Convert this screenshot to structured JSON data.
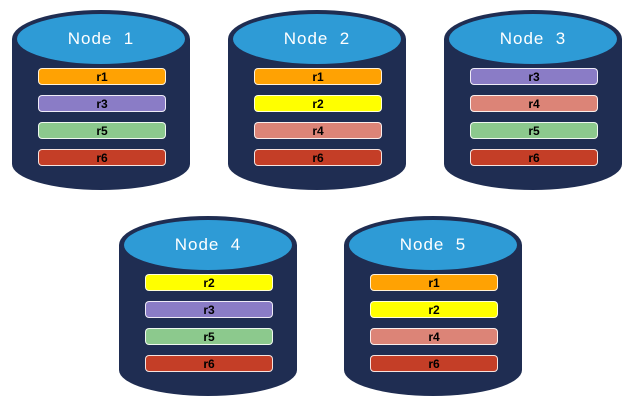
{
  "diagram": {
    "description": "Five database node cylinders showing replica placement",
    "colors": {
      "cylinder_body": "#1F2D52",
      "cylinder_lid": "#2E9BD6",
      "lid_text": "#FFFFFF",
      "bar_text": "#000000",
      "bar_border": "#FFFFFF",
      "background": "#FFFFFF"
    },
    "replica_colors": {
      "r1": "#FFA203",
      "r2": "#FFFF00",
      "r3": "#8A7CC6",
      "r4": "#DC8477",
      "r5": "#8CC98D",
      "r6": "#C43E27"
    }
  },
  "nodes": [
    {
      "label": "Node  1",
      "replicas": [
        {
          "id": "r1",
          "color": "#FFA203"
        },
        {
          "id": "r3",
          "color": "#8A7CC6"
        },
        {
          "id": "r5",
          "color": "#8CC98D"
        },
        {
          "id": "r6",
          "color": "#C43E27"
        }
      ]
    },
    {
      "label": "Node  2",
      "replicas": [
        {
          "id": "r1",
          "color": "#FFA203"
        },
        {
          "id": "r2",
          "color": "#FFFF00"
        },
        {
          "id": "r4",
          "color": "#DC8477"
        },
        {
          "id": "r6",
          "color": "#C43E27"
        }
      ]
    },
    {
      "label": "Node  3",
      "replicas": [
        {
          "id": "r3",
          "color": "#8A7CC6"
        },
        {
          "id": "r4",
          "color": "#DC8477"
        },
        {
          "id": "r5",
          "color": "#8CC98D"
        },
        {
          "id": "r6",
          "color": "#C43E27"
        }
      ]
    },
    {
      "label": "Node  4",
      "replicas": [
        {
          "id": "r2",
          "color": "#FFFF00"
        },
        {
          "id": "r3",
          "color": "#8A7CC6"
        },
        {
          "id": "r5",
          "color": "#8CC98D"
        },
        {
          "id": "r6",
          "color": "#C43E27"
        }
      ]
    },
    {
      "label": "Node  5",
      "replicas": [
        {
          "id": "r1",
          "color": "#FFA203"
        },
        {
          "id": "r2",
          "color": "#FFFF00"
        },
        {
          "id": "r4",
          "color": "#DC8477"
        },
        {
          "id": "r6",
          "color": "#C43E27"
        }
      ]
    }
  ]
}
